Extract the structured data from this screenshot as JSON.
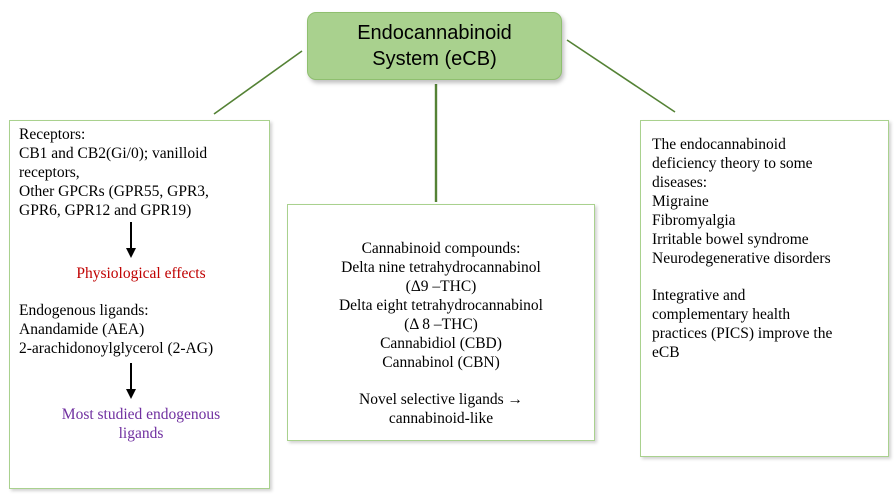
{
  "title": {
    "line1": "Endocannabinoid",
    "line2": "System (eCB)"
  },
  "left": {
    "receptors_heading": "Receptors:",
    "receptors_lines": [
      "CB1 and CB2(Gi/0); vanilloid",
      "receptors,",
      "Other GPCRs (GPR55, GPR3,",
      "GPR6, GPR12 and GPR19)"
    ],
    "physiological_effects": "Physiological  effects",
    "ligands_heading": "Endogenous ligands:",
    "ligands_lines": [
      "Anandamide  (AEA)",
      "2-arachidonoylglycerol  (2-AG)"
    ],
    "most_studied_lines": [
      "Most studied endogenous",
      "ligands"
    ]
  },
  "center": {
    "lines": [
      "Cannabinoid  compounds:",
      "Delta nine tetrahydrocannabinol",
      "(Δ9 –THC)",
      "Delta eight tetrahydrocannabinol",
      "(Δ 8 –THC)",
      "Cannabidiol  (CBD)",
      "Cannabinol  (CBN)"
    ],
    "novel_lines": [
      "Novel selective ligands  →",
      "cannabinoid-like"
    ]
  },
  "right": {
    "theory_lines": [
      "The endocannabinoid",
      "deficiency theory to some",
      "diseases:",
      "Migraine",
      "Fibromyalgia",
      "Irritable bowel  syndrome",
      "Neurodegenerative  disorders"
    ],
    "pics_lines": [
      "Integrative  and",
      "complementary  health",
      "practices (PICS) improve  the",
      "eCB"
    ]
  },
  "colors": {
    "box_fill": "#a9d18e",
    "connector": "#548235",
    "red_text": "#c00000",
    "purple_text": "#7030a0"
  }
}
